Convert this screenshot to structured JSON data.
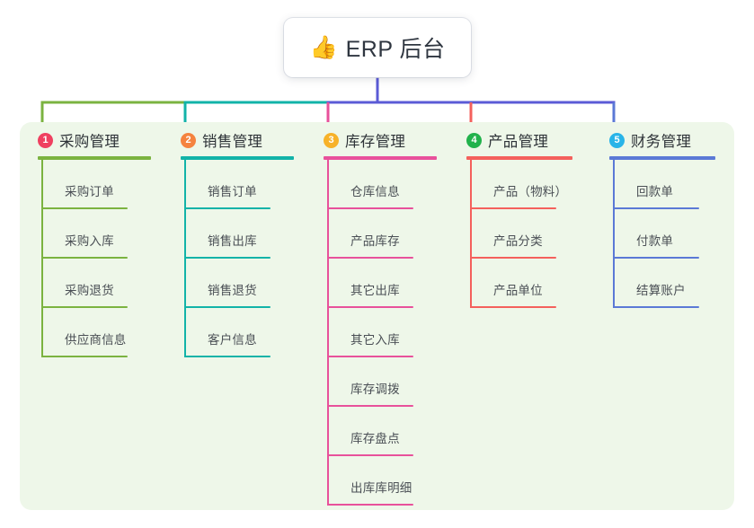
{
  "diagram": {
    "type": "org-chart",
    "root": {
      "icon": "thumbs-up-emoji",
      "emoji": "👍",
      "title": "ERP 后台"
    },
    "panel_color": "#eef7e9",
    "root_stem_color": "#5b5bd6",
    "columns": [
      {
        "number": "1",
        "label": "采购管理",
        "badge_color": "#ef4060",
        "accent_color": "#7bb340",
        "connector_color": "#7bb340",
        "items": [
          {
            "label": "采购订单"
          },
          {
            "label": "采购入库"
          },
          {
            "label": "采购退货"
          },
          {
            "label": "供应商信息"
          }
        ]
      },
      {
        "number": "2",
        "label": "销售管理",
        "badge_color": "#f5833f",
        "accent_color": "#12b3a8",
        "connector_color": "#12b3a8",
        "items": [
          {
            "label": "销售订单"
          },
          {
            "label": "销售出库"
          },
          {
            "label": "销售退货"
          },
          {
            "label": "客户信息"
          }
        ]
      },
      {
        "number": "3",
        "label": "库存管理",
        "badge_color": "#f7b229",
        "accent_color": "#e8519b",
        "connector_color": "#e8519b",
        "items": [
          {
            "label": "仓库信息"
          },
          {
            "label": "产品库存"
          },
          {
            "label": "其它出库"
          },
          {
            "label": "其它入库"
          },
          {
            "label": "库存调拨"
          },
          {
            "label": "库存盘点"
          },
          {
            "label": "出库库明细"
          }
        ]
      },
      {
        "number": "4",
        "label": "产品管理",
        "badge_color": "#22b24c",
        "accent_color": "#f4605c",
        "connector_color": "#f4605c",
        "items": [
          {
            "label": "产品（物料）"
          },
          {
            "label": "产品分类"
          },
          {
            "label": "产品单位"
          }
        ]
      },
      {
        "number": "5",
        "label": "财务管理",
        "badge_color": "#29b4e8",
        "accent_color": "#5b79d6",
        "connector_color": "#5b79d6",
        "items": [
          {
            "label": "回款单"
          },
          {
            "label": "付款单"
          },
          {
            "label": "结算账户"
          }
        ]
      }
    ]
  }
}
